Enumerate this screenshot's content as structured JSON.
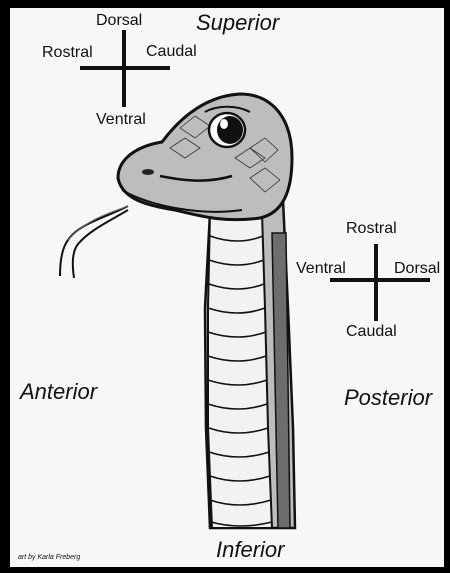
{
  "labels": {
    "superior": "Superior",
    "inferior": "Inferior",
    "anterior": "Anterior",
    "posterior": "Posterior",
    "credit": "art by Karla Freberg"
  },
  "head_compass": {
    "top": "Dorsal",
    "left": "Rostral",
    "right": "Caudal",
    "bottom": "Ventral"
  },
  "neck_compass": {
    "top": "Rostral",
    "left": "Ventral",
    "right": "Dorsal",
    "bottom": "Caudal"
  },
  "colors": {
    "frame": "#000000",
    "background": "#f7f7f7",
    "skin": "#bdbdbd",
    "belly": "#f2f2f2",
    "outline": "#111111"
  }
}
